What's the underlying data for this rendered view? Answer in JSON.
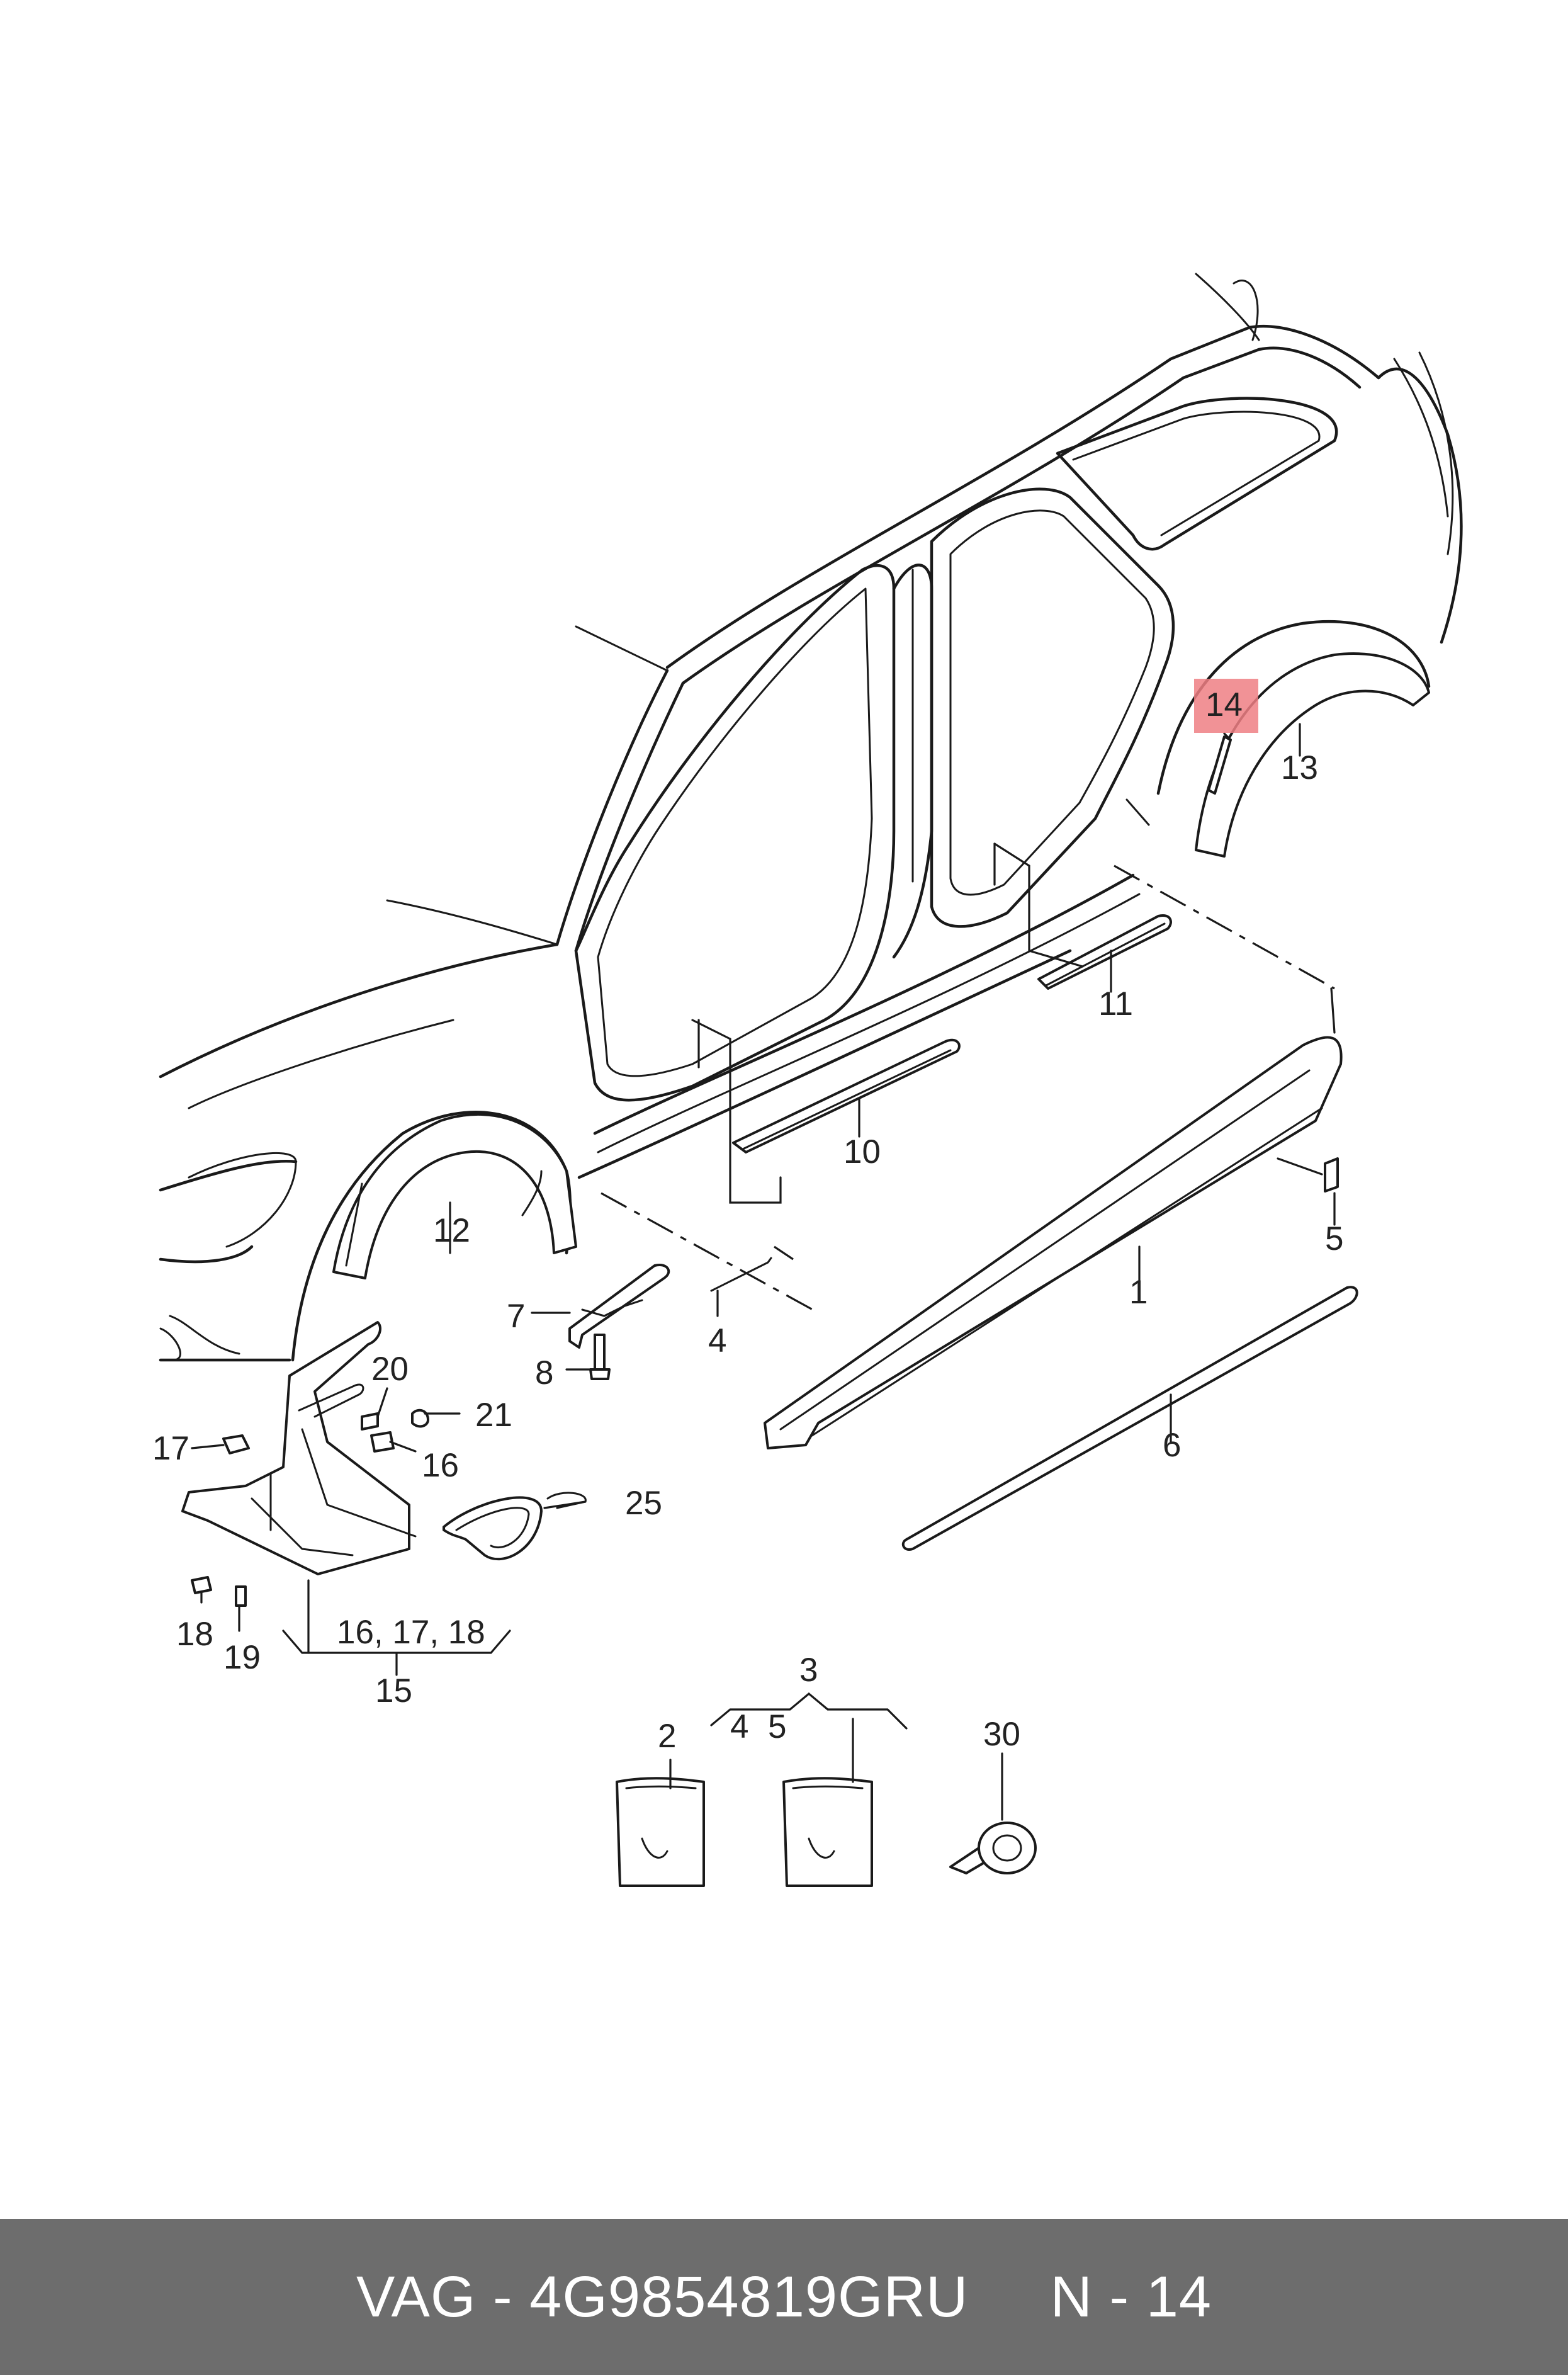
{
  "diagram": {
    "highlight_color": "#ef7f84",
    "highlighted_callout": "14",
    "callouts": {
      "c1": "1",
      "c2": "2",
      "c3": "3",
      "c4": "4",
      "c4b": "4",
      "c5": "5",
      "c5b": "5",
      "c6": "6",
      "c7": "7",
      "c8": "8",
      "c10": "10",
      "c11": "11",
      "c12": "12",
      "c13": "13",
      "c14": "14",
      "c15": "15",
      "c16": "16",
      "c17": "17",
      "c18": "18",
      "c19": "19",
      "c20": "20",
      "c21": "21",
      "c25": "25",
      "c30": "30",
      "c_group": "16, 17, 18"
    }
  },
  "footer": {
    "brand_part": "VAG - 4G9854819GRU",
    "page_ref": "N - 14",
    "background": "#6d6d6d"
  }
}
